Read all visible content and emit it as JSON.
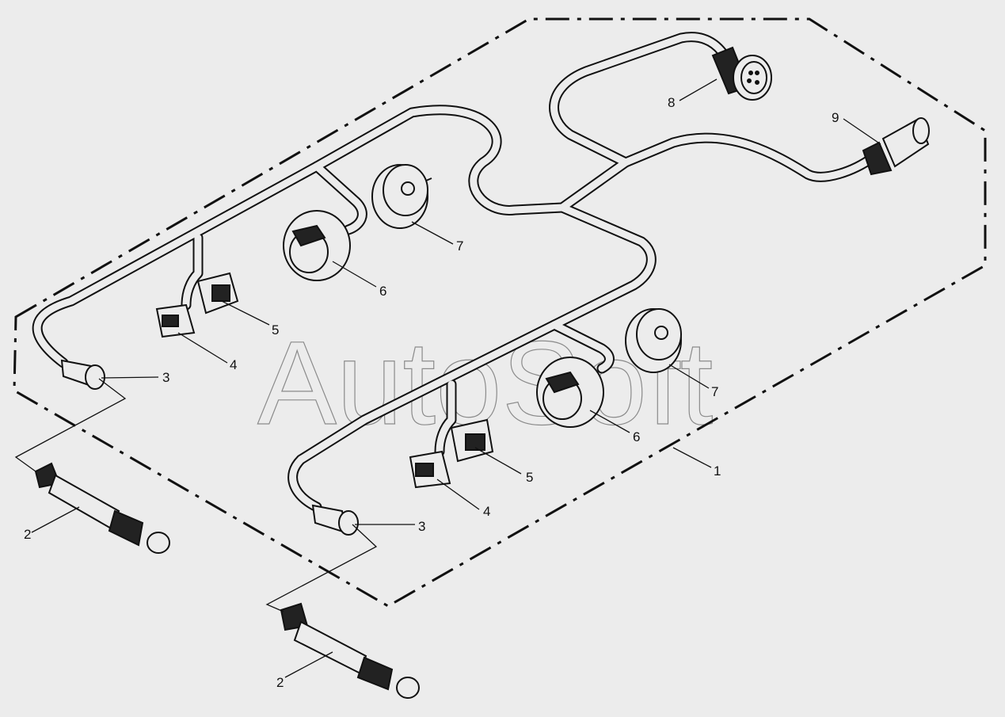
{
  "diagram": {
    "background": "#ececec",
    "line_color": "#111111",
    "watermark": "AutoSoft",
    "callouts": [
      {
        "id": "c1",
        "label": "1"
      },
      {
        "id": "c2a",
        "label": "2"
      },
      {
        "id": "c2b",
        "label": "2"
      },
      {
        "id": "c3a",
        "label": "3"
      },
      {
        "id": "c3b",
        "label": "3"
      },
      {
        "id": "c4a",
        "label": "4"
      },
      {
        "id": "c4b",
        "label": "4"
      },
      {
        "id": "c5a",
        "label": "5"
      },
      {
        "id": "c5b",
        "label": "5"
      },
      {
        "id": "c6a",
        "label": "6"
      },
      {
        "id": "c6b",
        "label": "6"
      },
      {
        "id": "c7a",
        "label": "7"
      },
      {
        "id": "c7b",
        "label": "7"
      },
      {
        "id": "c8",
        "label": "8"
      },
      {
        "id": "c9",
        "label": "9"
      }
    ]
  }
}
